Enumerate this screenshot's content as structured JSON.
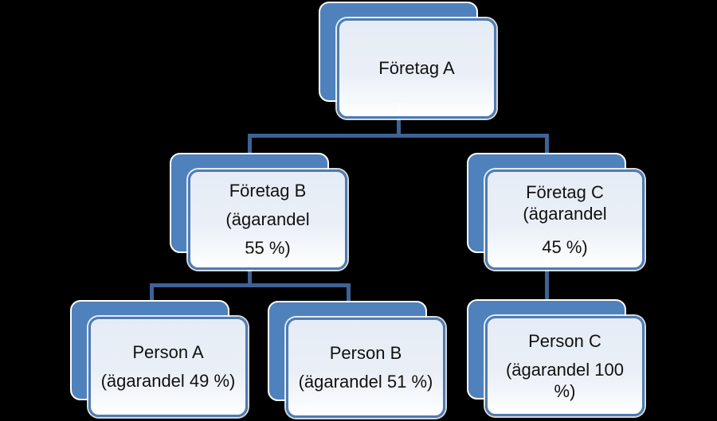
{
  "diagram": {
    "type": "org-hierarchy",
    "background_color": "#000000",
    "accent_color": "#4f81bd",
    "connector_color": "#3d6296",
    "node_border_color": "#4d7cb5",
    "node_fill_top": "#e9eef7",
    "node_fill_bottom": "#ffffff",
    "nodes": [
      {
        "id": "foretag-a",
        "lines": [
          "Företag A"
        ]
      },
      {
        "id": "foretag-b",
        "lines": [
          "Företag B",
          "(ägarandel",
          "55 %)"
        ]
      },
      {
        "id": "foretag-c",
        "lines": [
          "Företag C",
          "(ägarandel",
          "45 %)"
        ]
      },
      {
        "id": "person-a",
        "lines": [
          "Person A",
          "(ägarandel 49 %)"
        ]
      },
      {
        "id": "person-b",
        "lines": [
          "Person B",
          "(ägarandel 51 %)"
        ]
      },
      {
        "id": "person-c",
        "lines": [
          "Person C",
          "(ägarandel 100",
          "%)"
        ]
      }
    ],
    "edges": [
      {
        "from": "foretag-a",
        "to": "foretag-b"
      },
      {
        "from": "foretag-a",
        "to": "foretag-c"
      },
      {
        "from": "foretag-b",
        "to": "person-a"
      },
      {
        "from": "foretag-b",
        "to": "person-b"
      },
      {
        "from": "foretag-c",
        "to": "person-c"
      }
    ]
  }
}
